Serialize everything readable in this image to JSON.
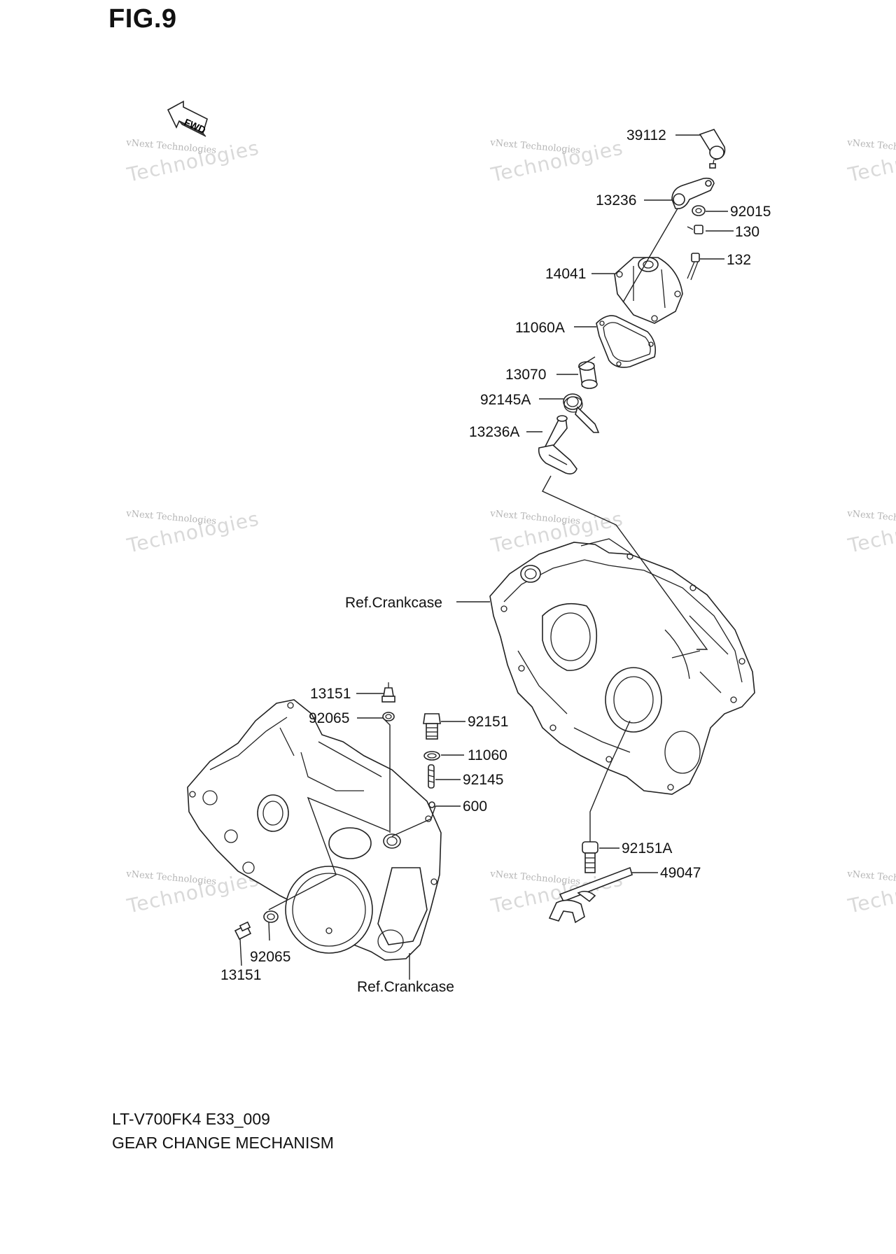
{
  "figure": {
    "title": "FIG.9",
    "model_code": "LT-V700FK4 E33_009",
    "caption": "GEAR CHANGE MECHANISM"
  },
  "fwd_label": "FWD",
  "watermark": {
    "line1": "vNext Technologies",
    "line2": "Technologies"
  },
  "parts": {
    "p39112": "39112",
    "p13236": "13236",
    "p92015": "92015",
    "p130": "130",
    "p132": "132",
    "p14041": "14041",
    "p11060A": "11060A",
    "p13070": "13070",
    "p92145A": "92145A",
    "p13236A": "13236A",
    "ref_crankcase_upper": "Ref.Crankcase",
    "p13151_top": "13151",
    "p92065_top": "92065",
    "p92151": "92151",
    "p11060": "11060",
    "p92145": "92145",
    "p600": "600",
    "p92151A": "92151A",
    "p49047": "49047",
    "p92065_bottom": "92065",
    "p13151_bottom": "13151",
    "ref_crankcase_lower": "Ref.Crankcase"
  }
}
